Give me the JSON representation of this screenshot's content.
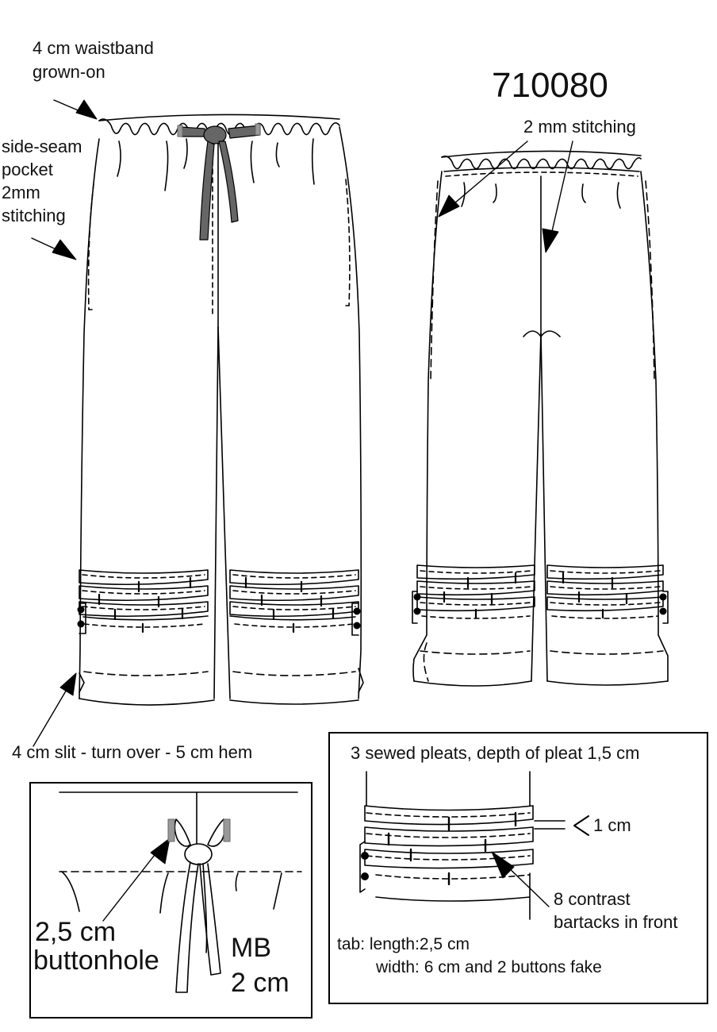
{
  "style_number": "710080",
  "callouts": {
    "waistband": {
      "line1": "4 cm waistband",
      "line2": "grown-on"
    },
    "pocket": {
      "line1": "side-seam",
      "line2": "pocket",
      "line3": "2mm",
      "line4": "stitching"
    },
    "back_stitching": "2 mm stitching",
    "slit_hem": "4 cm slit - turn over - 5 cm hem"
  },
  "detail_buttonhole": {
    "buttonhole_line1": "2,5 cm",
    "buttonhole_line2": "buttonhole",
    "mb_line1": "MB",
    "mb_line2": "2 cm"
  },
  "detail_pleats": {
    "title": "3 sewed pleats, depth of pleat 1,5 cm",
    "pleat_width": "1 cm",
    "bartacks_line1": "8 contrast",
    "bartacks_line2": "bartacks in front",
    "tab_line1": "tab: length:2,5 cm",
    "tab_line2": "width: 6 cm and 2 buttons fake"
  },
  "colors": {
    "line": "#000000",
    "drawstring": "#666666",
    "eyelet": "#999999"
  }
}
